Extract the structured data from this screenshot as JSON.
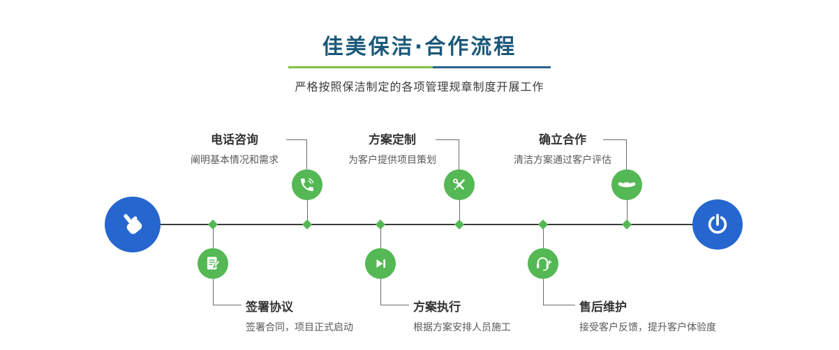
{
  "header": {
    "title": "佳美保洁·合作流程",
    "subtitle": "严格按照保洁制定的各项管理规章制度开展工作"
  },
  "colors": {
    "title_color": "#1a5878",
    "divider_green": "#7fc241",
    "divider_blue": "#28618c",
    "green": "#54b854",
    "blue": "#2567cf",
    "line": "#3a3a3a"
  },
  "timeline": {
    "start": {
      "icon": "pointing-hand-icon"
    },
    "end": {
      "icon": "power-icon"
    },
    "steps_top": [
      {
        "title": "电话咨询",
        "desc": "阐明基本情况和需求",
        "icon": "phone-icon"
      },
      {
        "title": "方案定制",
        "desc": "为客户提供项目策划",
        "icon": "design-tools-icon"
      },
      {
        "title": "确立合作",
        "desc": "清洁方案通过客户评估",
        "icon": "handshake-icon"
      }
    ],
    "steps_bottom": [
      {
        "title": "签署协议",
        "desc": "签署合同，项目正式启动",
        "icon": "contract-sign-icon"
      },
      {
        "title": "方案执行",
        "desc": "根据方案安排人员施工",
        "icon": "play-icon"
      },
      {
        "title": "售后维护",
        "desc": "接受客户反馈，提升客户体验度",
        "icon": "headset-icon"
      }
    ]
  }
}
